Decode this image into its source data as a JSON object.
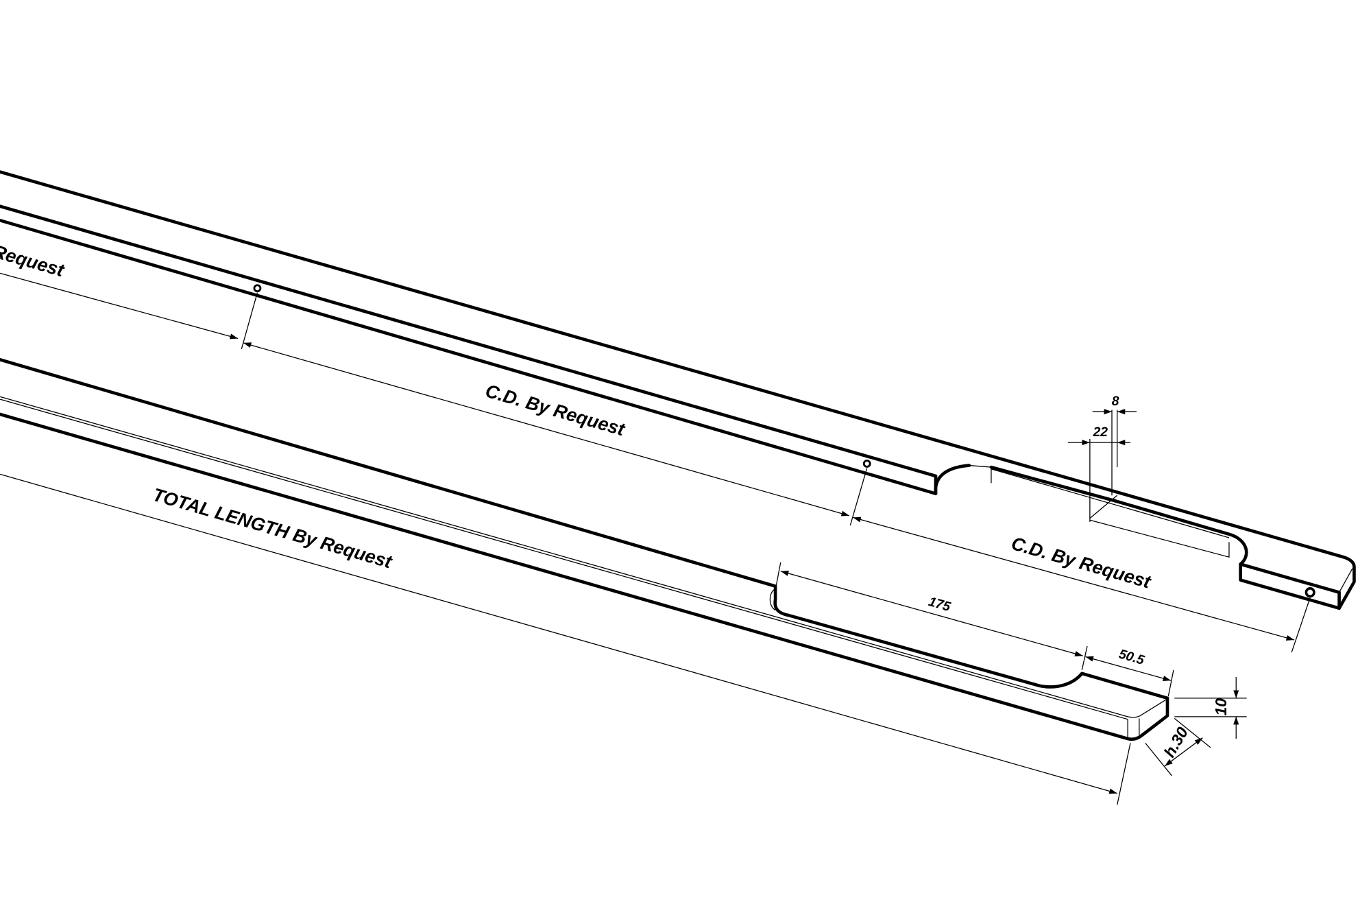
{
  "drawing": {
    "labels": {
      "cd_left_clipped": "C.D.   By Request",
      "cd_first": "C.D.   By Request",
      "cd_second": "C.D.   By Request",
      "total_length": "TOTAL LENGTH   By Request",
      "notch_length": "175",
      "end_length": "50.5",
      "thickness": "10",
      "height": "h.30",
      "slot_width": "22",
      "slot_offset": "8"
    },
    "colors": {
      "line": "#000000",
      "background": "#ffffff"
    }
  }
}
